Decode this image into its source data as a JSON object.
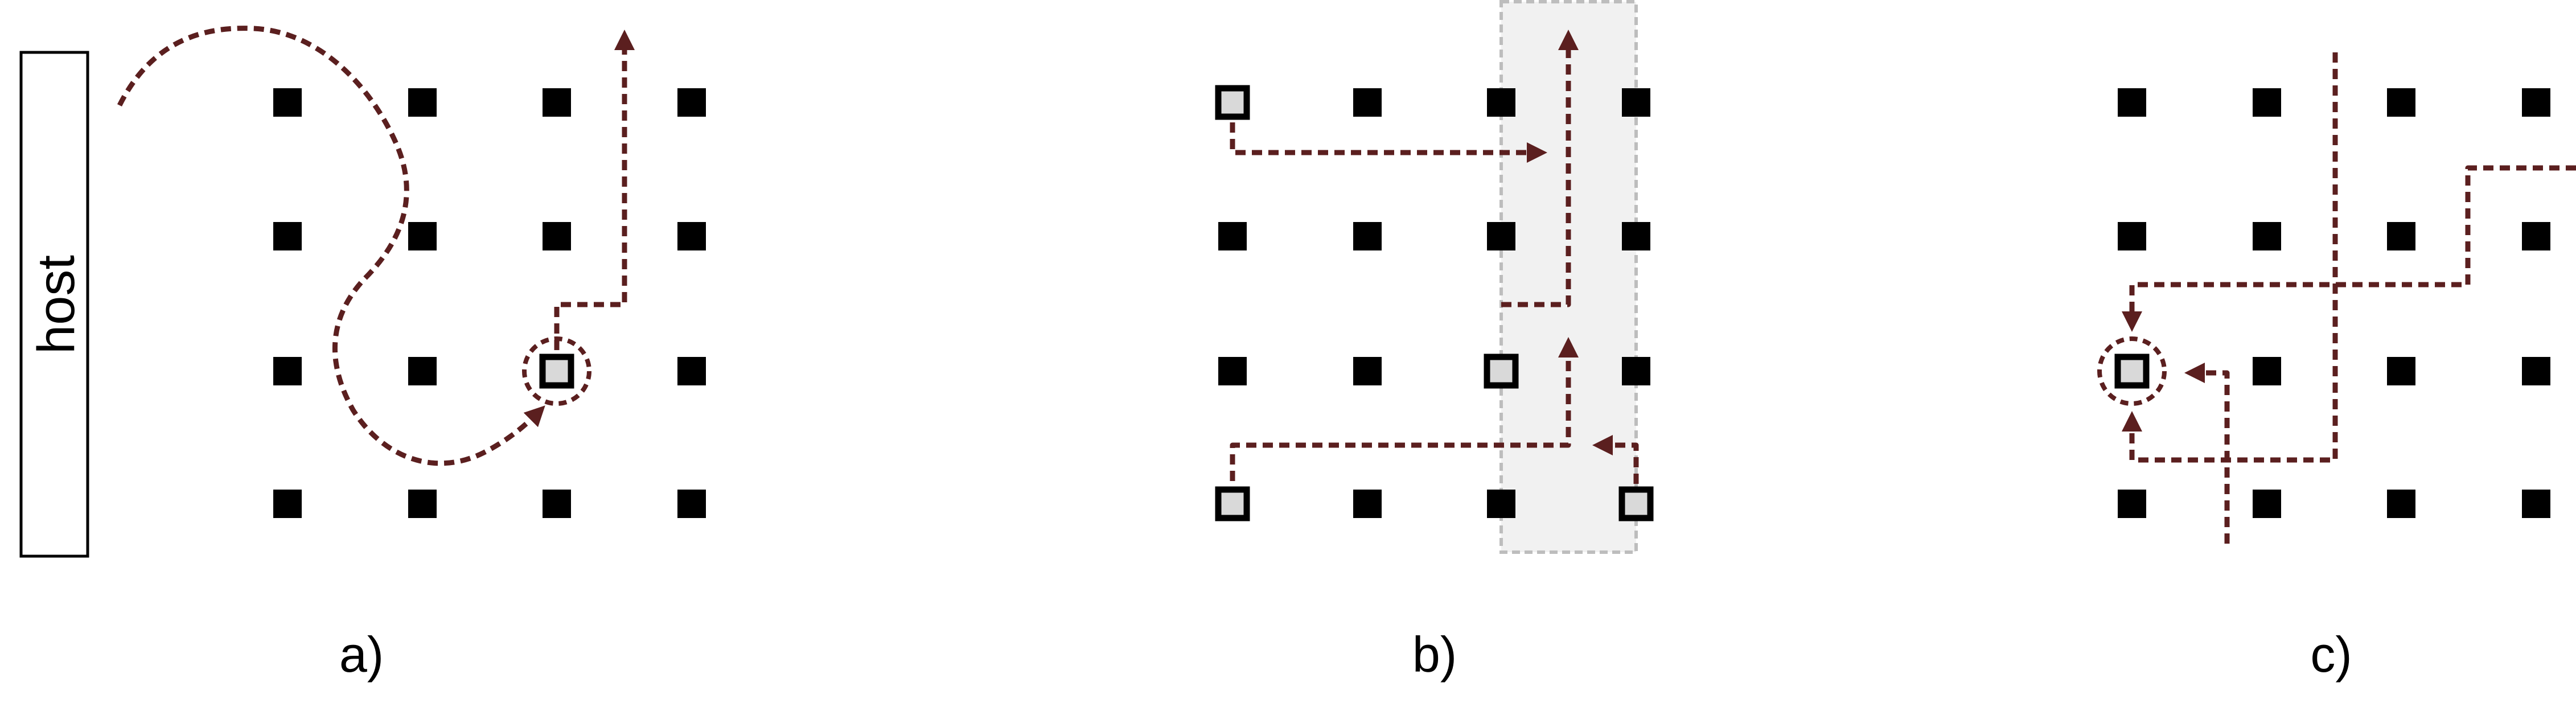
{
  "host": {
    "label": "host"
  },
  "panels": [
    {
      "id": "a",
      "label": "a)"
    },
    {
      "id": "b",
      "label": "b)"
    },
    {
      "id": "c",
      "label": "c)"
    }
  ],
  "colors": {
    "path": "#5b1f1f",
    "node": "#000000",
    "highlighted_node_fill": "#d9d9d9",
    "column_band_fill": "#f1f1f1",
    "column_band_border": "#bdbdbd"
  },
  "grid": {
    "rows": 4,
    "columns": 4
  }
}
